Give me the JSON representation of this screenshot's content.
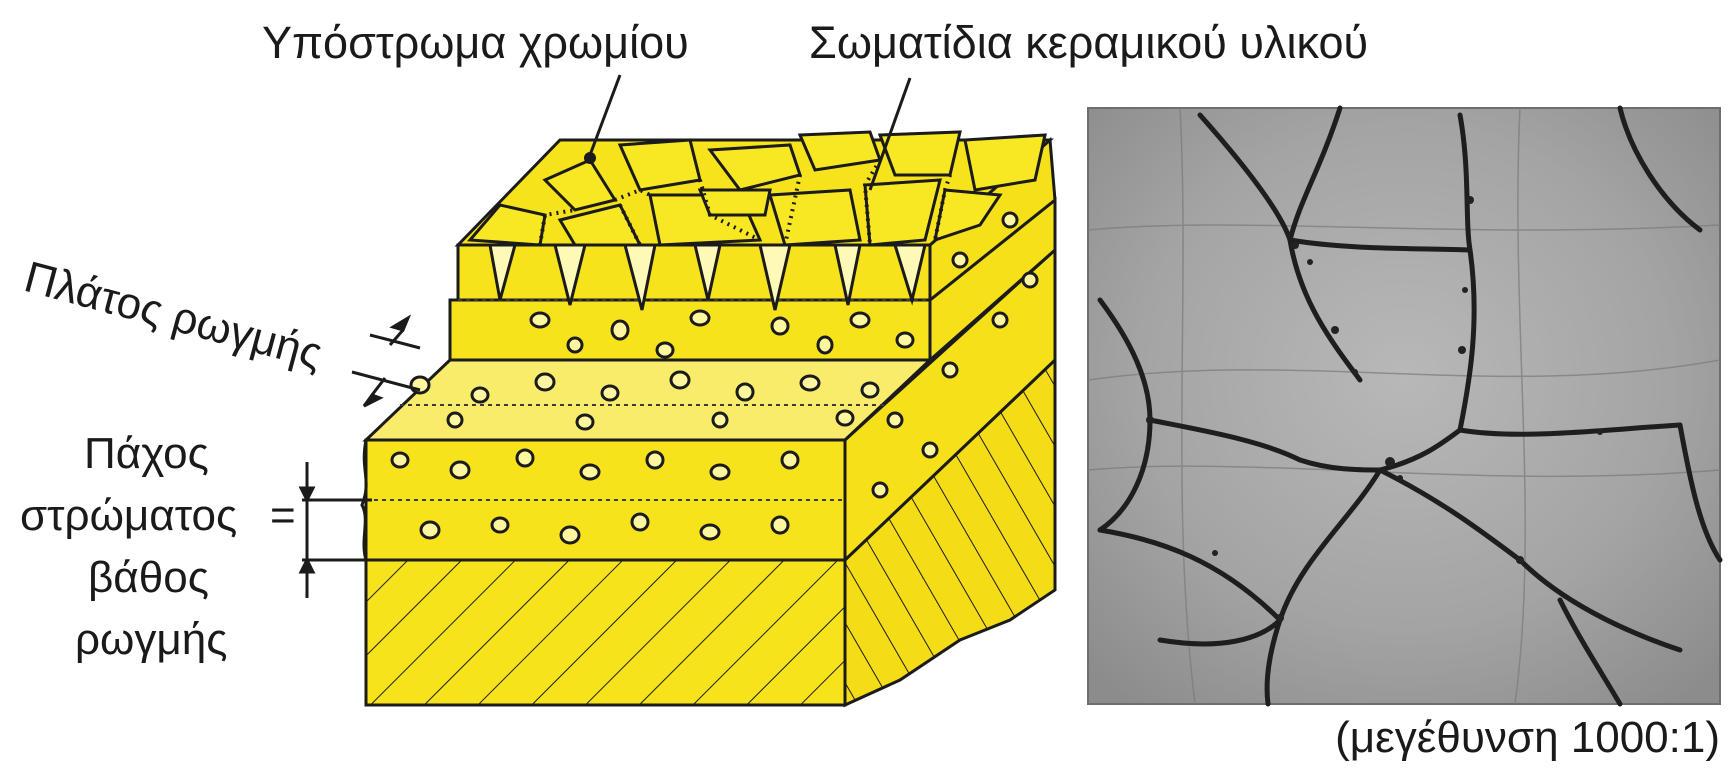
{
  "labels": {
    "chromium_substrate": "Υπόστρωμα χρωμίου",
    "ceramic_particles": "Σωματίδια κεραμικού υλικού",
    "crack_width": "Πλάτος ρωγμής",
    "layer_thickness_line1": "Πάχος",
    "layer_thickness_line2": "στρώματος",
    "layer_thickness_equals": "=",
    "crack_depth_line1": "βάθος",
    "crack_depth_line2": "ρωγμής"
  },
  "photo": {
    "caption": "(μεγέθυνση 1000:1)"
  },
  "colors": {
    "coating_yellow": "#f7e31c",
    "coating_light": "#f8ec6a",
    "outline": "#1b1b1b",
    "photo_background": "#a9a9a9"
  }
}
